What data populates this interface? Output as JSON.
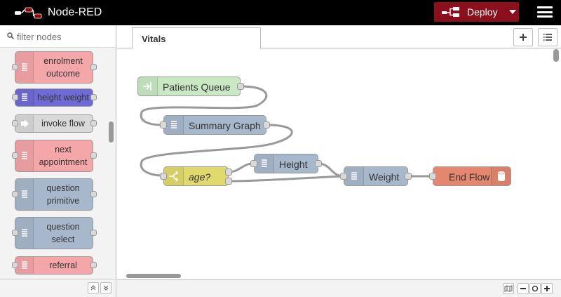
{
  "app": {
    "title": "Node-RED"
  },
  "header": {
    "deploy_label": "Deploy"
  },
  "palette": {
    "search_placeholder": "filter nodes",
    "nodes": [
      {
        "line1": "enrolment",
        "line2": "outcome",
        "color": "#f4a6a9"
      },
      {
        "line1": "height weight",
        "line2": "",
        "color": "#6f6bd6"
      },
      {
        "line1": "invoke flow",
        "line2": "",
        "color": "#d9d9d9"
      },
      {
        "line1": "next",
        "line2": "appointment",
        "color": "#f4a6a9"
      },
      {
        "line1": "question",
        "line2": "primitive",
        "color": "#a8b8cc"
      },
      {
        "line1": "question",
        "line2": "select",
        "color": "#a8b8cc"
      },
      {
        "line1": "referral",
        "line2": "",
        "color": "#f4a6a9"
      }
    ]
  },
  "workspace": {
    "tabs": [
      {
        "label": "Vitals"
      }
    ],
    "nodes": {
      "patients_queue": {
        "label": "Patients Queue",
        "color": "#c9e8c3"
      },
      "summary_graph": {
        "label": "Summary Graph",
        "color": "#a8b8cc"
      },
      "age": {
        "label": "age?",
        "color": "#e2d96e"
      },
      "height": {
        "label": "Height",
        "color": "#a8b8cc"
      },
      "weight": {
        "label": "Weight",
        "color": "#a8b8cc"
      },
      "end_flow": {
        "label": "End Flow",
        "color": "#e5876e"
      }
    }
  },
  "icons": {
    "deploy": "deploy-icon",
    "menu": "hamburger-menu-icon",
    "search": "search-icon",
    "add_tab": "plus-icon",
    "list": "list-icon",
    "map": "map-icon",
    "zoom_out": "minus-icon",
    "zoom_reset": "circle-icon",
    "zoom_in": "plus-icon"
  }
}
